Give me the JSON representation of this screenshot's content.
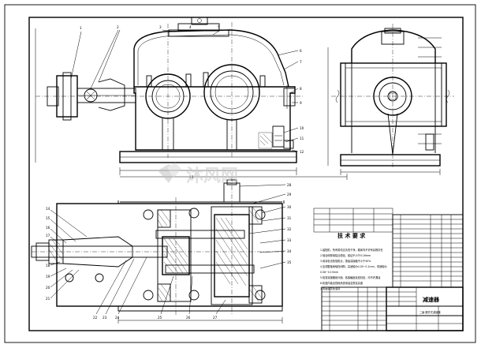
{
  "balloons": {
    "top_view": [
      "1",
      "2",
      "3",
      "4",
      "5",
      "6",
      "7",
      "8",
      "9",
      "10",
      "11",
      "12",
      "13"
    ],
    "plan_view": [
      "14",
      "15",
      "16",
      "17",
      "18",
      "19",
      "20",
      "21",
      "22",
      "23",
      "24",
      "25",
      "26",
      "27",
      "28",
      "29",
      "30",
      "31",
      "32",
      "33",
      "34",
      "35"
    ]
  },
  "requirements": {
    "title": "技 术 要 求",
    "lines": [
      "1.装配前，所有零件应清洗干净，箱体内不许有杂物存在",
      "2.啮合侧隙用铅丝检验，保证不小于0.16mm",
      "3.用涂色法检验斑点，按齿高接触不小于40%",
      "4.应调整轴承轴向间隙，高速轴为0.05~0.1mm，低速轴为",
      "  0.08~0.15mm",
      "5.检查减速器剖分面、各接触面及密封处，均不许漏油",
      "6.机座内装全损耗系统用油至规定高度",
      "7.表面涂灰色油漆"
    ]
  },
  "title_block": {
    "name": "减速器",
    "sub": "二级·展开式减速器"
  },
  "watermark": "沐风网"
}
